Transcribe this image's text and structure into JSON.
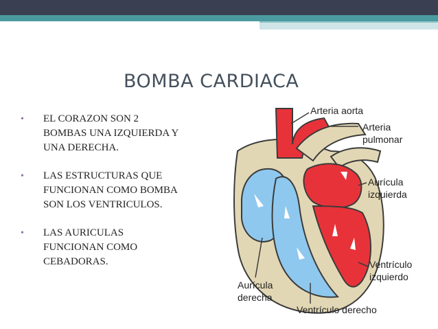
{
  "slide": {
    "title": "BOMBA CARDIACA",
    "bullets": [
      {
        "marker": "•",
        "lines": [
          "EL CORAZON SON 2",
          "BOMBAS UNA IZQUIERDA  Y",
          "UNA DERECHA."
        ]
      },
      {
        "marker": "•",
        "lines": [
          "LAS ESTRUCTURAS QUE",
          "FUNCIONAN COMO BOMBA",
          "SON LOS VENTRICULOS."
        ]
      },
      {
        "marker": "•",
        "lines": [
          "LAS AURICULAS",
          "FUNCIONAN COMO",
          "CEBADORAS."
        ]
      }
    ]
  },
  "diagram": {
    "labels": {
      "arteria_aorta": "Arteria aorta",
      "arteria_pulmonar_1": "Arteria",
      "arteria_pulmonar_2": "pulmonar",
      "auricula_izquierda_1": "Aurícula",
      "auricula_izquierda_2": "izquierda",
      "ventriculo_izquierdo_1": "Ventrículo",
      "ventriculo_izquierdo_2": "izquierdo",
      "auricula_derecha_1": "Aurícula",
      "auricula_derecha_2": "derecha",
      "ventriculo_derecho": "Ventrículo derecho"
    },
    "colors": {
      "oxygenated": "#e8323a",
      "deoxygenated": "#8ec8ee",
      "tissue": "#e2d7b4",
      "outline": "#3b3b3b"
    }
  }
}
